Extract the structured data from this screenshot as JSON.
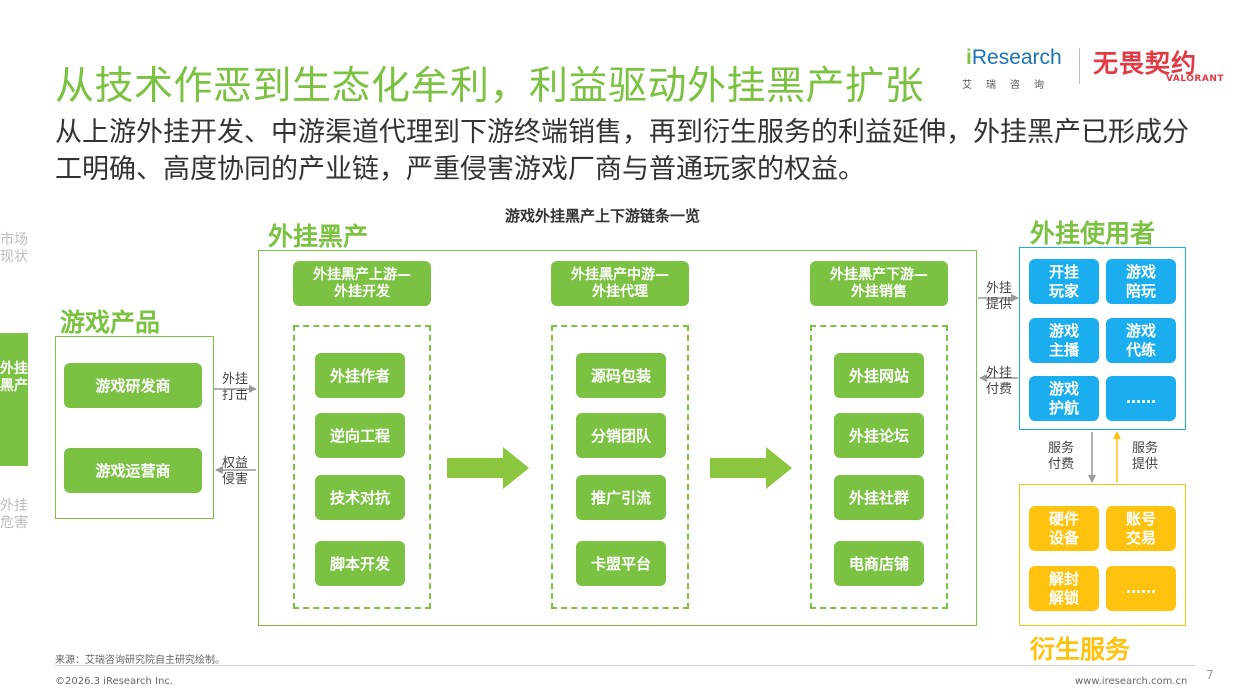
{
  "title": "从技术作恶到生态化牟利，利益驱动外挂黑产扩张",
  "subtitle": "从上游外挂开发、中游渠道代理到下游终端销售，再到衍生服务的利益延伸，外挂黑产已形成分工明确、高度协同的产业链，严重侵害游戏厂商与普通玩家的权益。",
  "logos": {
    "iresearch_prefix": "i",
    "iresearch_name": "Research",
    "iresearch_cn": "艾瑞咨询",
    "valorant_cn": "无畏契约",
    "valorant_en": "VALORANT"
  },
  "side_nav": [
    "市场现状",
    "外挂黑产",
    "外挂危害"
  ],
  "diagram_title": "游戏外挂黑产上下游链条一览",
  "game_products": {
    "label": "游戏产品",
    "items": [
      "游戏研发商",
      "游戏运营商"
    ]
  },
  "left_links": {
    "top": [
      "外挂",
      "打击"
    ],
    "bottom": [
      "权益",
      "侵害"
    ]
  },
  "blackmarket": {
    "label": "外挂黑产",
    "columns": [
      {
        "header": [
          "外挂黑产上游—",
          "外挂开发"
        ],
        "items": [
          "外挂作者",
          "逆向工程",
          "技术对抗",
          "脚本开发"
        ]
      },
      {
        "header": [
          "外挂黑产中游—",
          "外挂代理"
        ],
        "items": [
          "源码包装",
          "分销团队",
          "推广引流",
          "卡盟平台"
        ]
      },
      {
        "header": [
          "外挂黑产下游—",
          "外挂销售"
        ],
        "items": [
          "外挂网站",
          "外挂论坛",
          "外挂社群",
          "电商店铺"
        ]
      }
    ]
  },
  "right_links": {
    "top": [
      "外挂",
      "提供"
    ],
    "bottom": [
      "外挂",
      "付费"
    ]
  },
  "users": {
    "label": "外挂使用者",
    "items": [
      [
        "开挂",
        "玩家"
      ],
      [
        "游戏",
        "陪玩"
      ],
      [
        "游戏",
        "主播"
      ],
      [
        "游戏",
        "代练"
      ],
      [
        "游戏",
        "护航"
      ],
      [
        "……",
        ""
      ]
    ]
  },
  "service_links": {
    "left": [
      "服务",
      "付费"
    ],
    "right": [
      "服务",
      "提供"
    ]
  },
  "derivative": {
    "label": "衍生服务",
    "items": [
      [
        "硬件",
        "设备"
      ],
      [
        "账号",
        "交易"
      ],
      [
        "解封",
        "解锁"
      ],
      [
        "……",
        ""
      ]
    ]
  },
  "source": "来源：艾瑞咨询研究院自主研究绘制。",
  "copyright": "©2026.3 iResearch Inc.",
  "website": "www.iresearch.com.cn",
  "page_number": "7",
  "colors": {
    "green": "#7cc242",
    "blue": "#1aaef0",
    "yellow": "#ffc20e",
    "red": "#e23a44"
  }
}
